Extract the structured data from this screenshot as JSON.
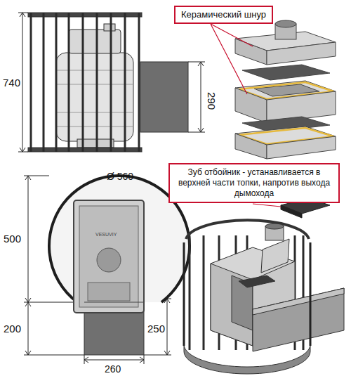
{
  "diagram": {
    "nodes": [
      {
        "text": [
          "Керамический шнур"
        ]
      },
      {
        "text": [
          "Зуб отбойник - устанавливается в верхней части топки, напротив выхода дымохода"
        ]
      }
    ],
    "labels": [
      "740",
      "290",
      "Ø 560",
      "500",
      "200",
      "250",
      "260",
      "VESUVIY"
    ]
  }
}
